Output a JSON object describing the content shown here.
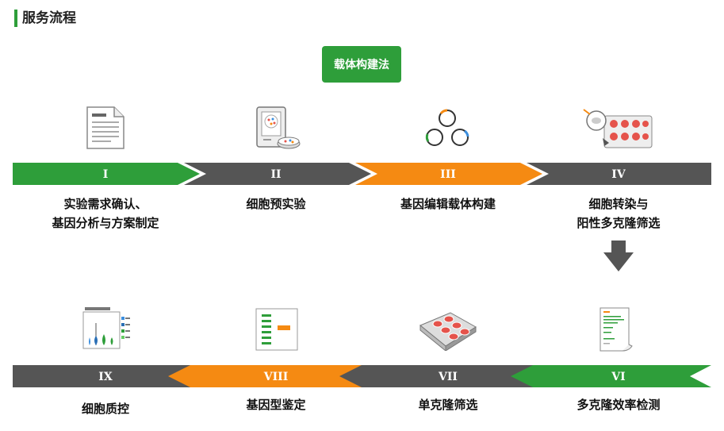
{
  "section_title": "服务流程",
  "method_button": "载体构建法",
  "colors": {
    "green": "#2e9e3a",
    "orange": "#f58a12",
    "gray": "#555555"
  },
  "steps": [
    {
      "num": "I",
      "label_line1": "实验需求确认、",
      "label_line2": "基因分析与方案制定",
      "color": "green",
      "icon": "document-icon"
    },
    {
      "num": "II",
      "label_line1": "细胞预实验",
      "label_line2": "",
      "color": "gray",
      "icon": "clipboard-cell-icon"
    },
    {
      "num": "III",
      "label_line1": "基因编辑载体构建",
      "label_line2": "",
      "color": "orange",
      "icon": "plasmid-icon"
    },
    {
      "num": "IV",
      "label_line1": "细胞转染与",
      "label_line2": "阳性多克隆筛选",
      "color": "gray",
      "icon": "transfection-plate-icon"
    },
    {
      "num": "VI",
      "label_line1": "多克隆效率检测",
      "label_line2": "",
      "color": "green",
      "icon": "report-icon"
    },
    {
      "num": "VII",
      "label_line1": "单克隆筛选",
      "label_line2": "",
      "color": "gray",
      "icon": "well-plate-icon"
    },
    {
      "num": "VIII",
      "label_line1": "基因型鉴定",
      "label_line2": "",
      "color": "orange",
      "icon": "gel-icon"
    },
    {
      "num": "IX",
      "label_line1": "细胞质控",
      "label_line2": "",
      "color": "gray",
      "icon": "violin-plot-icon"
    }
  ]
}
